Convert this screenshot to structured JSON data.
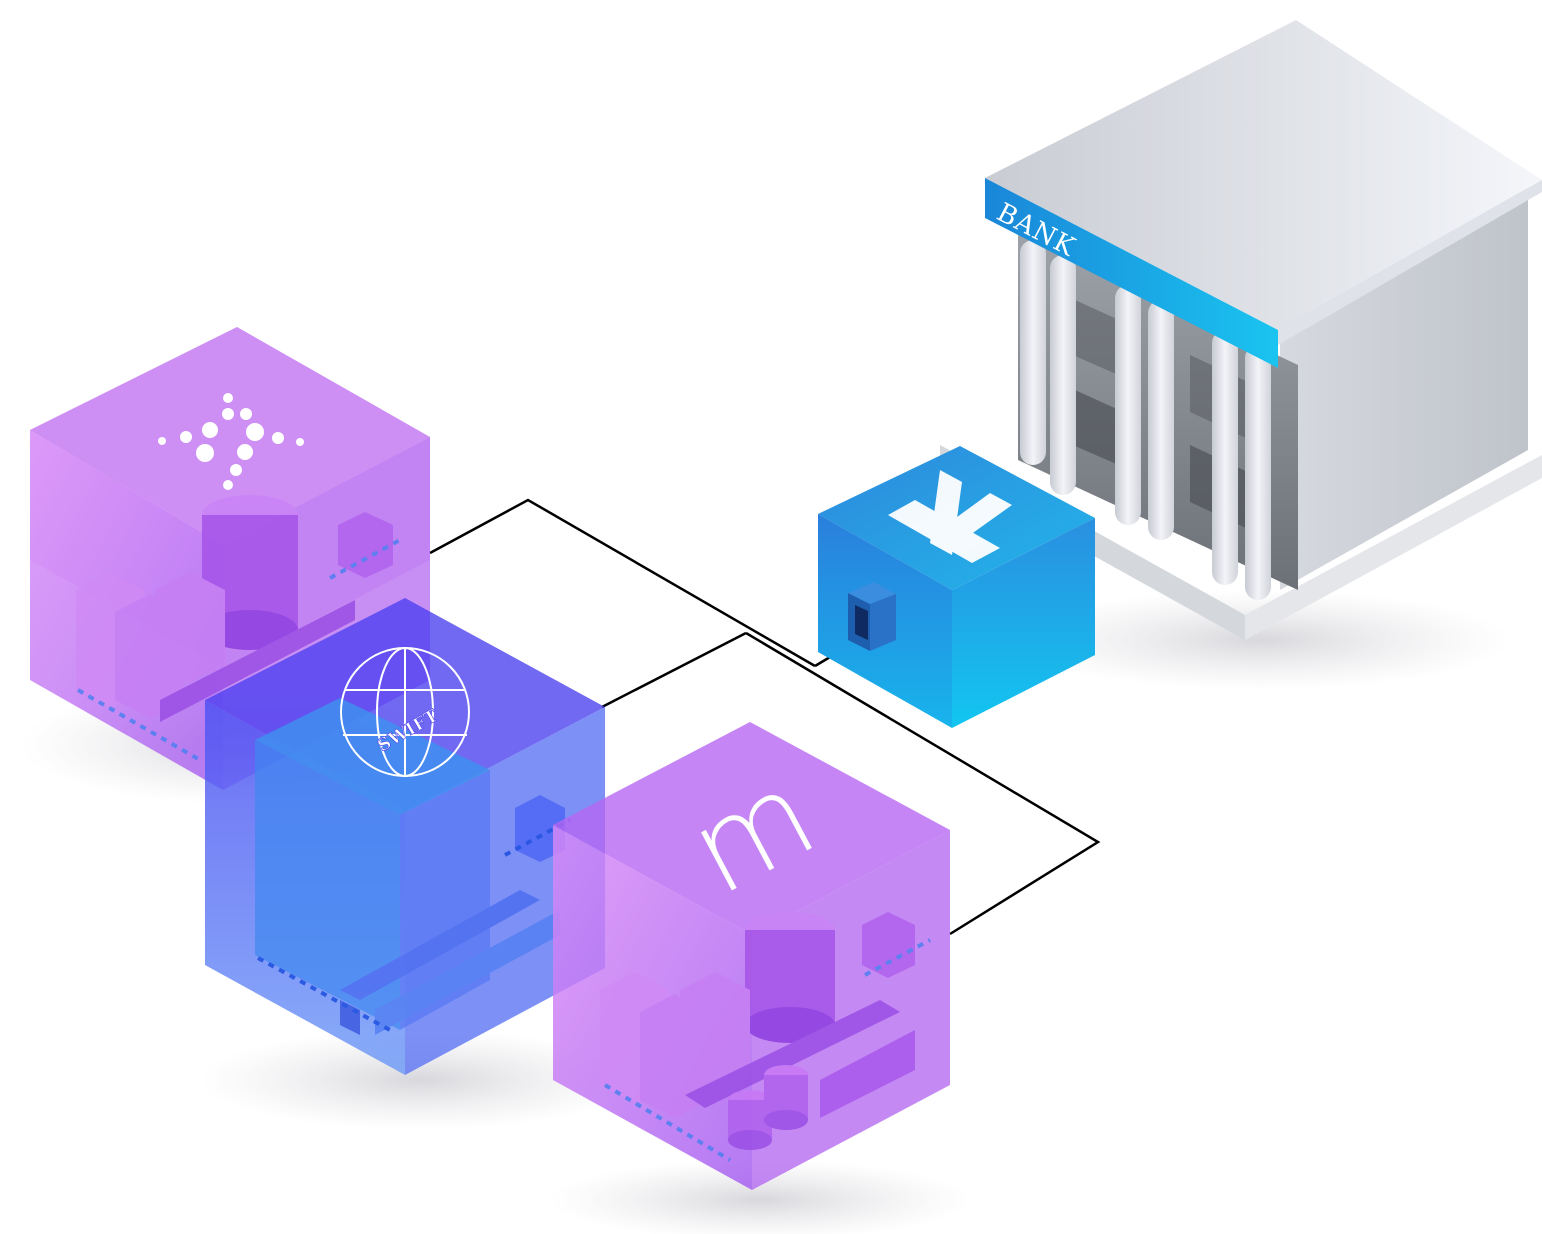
{
  "bank": {
    "label": "BANK",
    "colors": {
      "roof_top": "#e8eaf0",
      "roof_band": "#1fa3ee",
      "wall_front": "#d8dbe0",
      "wall_side": "#c4c8ce",
      "column": "#dfe2e8"
    }
  },
  "gateway_cube": {
    "icon": "x-logo-icon",
    "colors": {
      "top": "#2fa3e6",
      "left": "#2d8fe2",
      "right": "#1ba7e8",
      "port": "#1f5fa8"
    }
  },
  "service_cubes": [
    {
      "id": "dots-service",
      "icon": "dots-x-logo-icon",
      "color": "#c06cf2"
    },
    {
      "id": "swift-service",
      "icon": "swift-globe-icon",
      "label": "SWIFT",
      "color": "#5a6ff5"
    },
    {
      "id": "m-service",
      "icon": "m-logo-icon",
      "label": "m",
      "color": "#c06cf2"
    }
  ],
  "connector": {
    "color": "#000000"
  }
}
